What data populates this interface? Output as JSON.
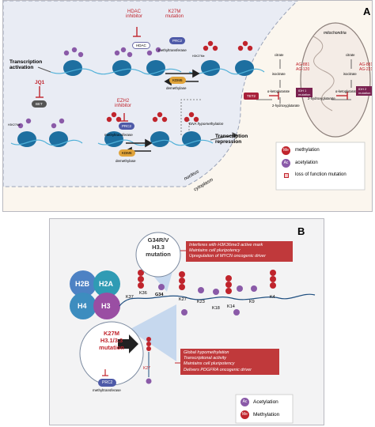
{
  "colors": {
    "nucleus_fill": "#e9ecf4",
    "cytoplasm_fill": "#fbf6ee",
    "panel_b_bg": "#f3f3f4",
    "histone_h2b": "#4d82c4",
    "histone_h2a": "#2f9bb4",
    "histone_h4": "#3d8dbf",
    "histone_h3": "#9a4ea3",
    "methyl_red": "#c0242c",
    "acetyl_purple": "#8a5aa8",
    "red_box": "#c0393b",
    "dna_blue": "#1f6fa0",
    "inhibitor_red": "#c0242c"
  },
  "panel_a": {
    "label": "A",
    "hdac_inhibitor": "HDAC\ninhibitor",
    "k27m_mutation": "K27M\nmutation",
    "hdac": "HDAC",
    "prc2": "PRC2",
    "methyltransferase": "methyltransferase",
    "kdm6": "KDM6",
    "demethylase": "demethylase",
    "transcription_activation": "Transcription\nactivation",
    "jq1": "JQ1",
    "bet": "BET",
    "ezh2_inhibitor": "EZH2\ninhibitor",
    "transcription_repression": "Transcription\nrepression",
    "dna_hypomethylation": "DNA hypomethylation",
    "tet2": "TET2",
    "nucleus": "nucleus",
    "cytoplasm": "cytoplasm",
    "mitochondria": "mitochondria",
    "citrate_left": "citrate",
    "isocitrate_left": "isocitrate",
    "aketo_left": "α-ketoglutarate",
    "hydroxy_left": "2-hydroxyglutarate",
    "ag881_left": "AG-881\nAG-120",
    "idh1": "IDH 1\nmutation",
    "citrate_right": "citrate",
    "isocitrate_right": "isocitrate",
    "aketo_right": "α-ketoglutarate",
    "hydroxy_right": "2-hydroxyglutarate",
    "ag881_right": "AG-881\nAG-221",
    "idh2": "IDH 2\nmutation",
    "h3k27me_top": "H3K27Me",
    "h3k27me_bottom": "H3K27Me",
    "legend": {
      "me_icon": "Me",
      "methylation": "methylation",
      "ac_icon": "Ac",
      "acetylation": "acetylation",
      "lof": "loss of function mutation"
    }
  },
  "panel_b": {
    "label": "B",
    "g34": "G34R/V\nH3.3\nmutation",
    "g34_effects": [
      "Interferes with H3K36me3 active mark",
      "Maintains cell pluripotency",
      "Upregulation of MYCN oncogenic driver"
    ],
    "histones": {
      "h2b": "H2B",
      "h2a": "H2A",
      "h4": "H4",
      "h3": "H3"
    },
    "residues": [
      "K37",
      "K36",
      "G34",
      "K27",
      "K23",
      "K18",
      "K14",
      "K9",
      "K4"
    ],
    "k27m": "K27M\nH3.1/3.3\nmutation",
    "prc2": "PRC2",
    "methyltransferase": "methyltransferase",
    "k27_small": "K27",
    "k27m_effects": [
      "Global hypomethylation",
      "Transcriptional activity",
      "Maintains cell pluripotency",
      "Delivers PDGFRA oncogenic driver"
    ],
    "legend": {
      "ac_icon": "Ac",
      "acetylation": "Acetylation",
      "me_icon": "Me",
      "methylation": "Methylation"
    }
  }
}
